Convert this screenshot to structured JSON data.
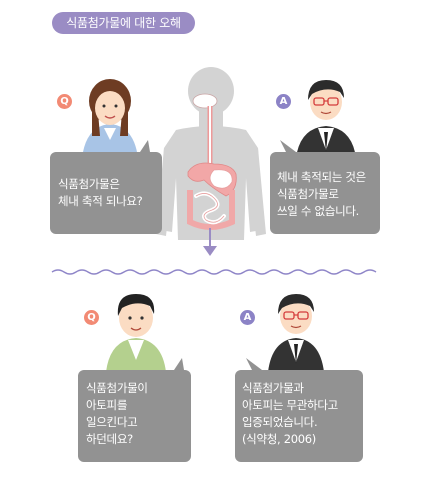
{
  "title": "식품첨가물에 대한 오해",
  "badges": {
    "q1": "Q",
    "a1": "A",
    "q2": "Q",
    "a2": "A"
  },
  "bubbles": {
    "q1": "식품첨가물은\n체내 축적 되나요?",
    "a1": "체내 축적되는 것은\n식품첨가물로\n쓰일 수 없습니다.",
    "q2": "식품첨가물이\n아토피를\n일으킨다고\n하던데요?",
    "a2": "식품첨가물과\n아토피는 무관하다고\n입증되었습니다.\n(식약청, 2006)"
  },
  "colors": {
    "pill": "#9a8cc4",
    "bubble": "#929292",
    "question_badge": "#f28a74",
    "answer_badge": "#8c83c6",
    "wave": "#8f86c8",
    "body_silhouette": "#d3d3d3"
  }
}
